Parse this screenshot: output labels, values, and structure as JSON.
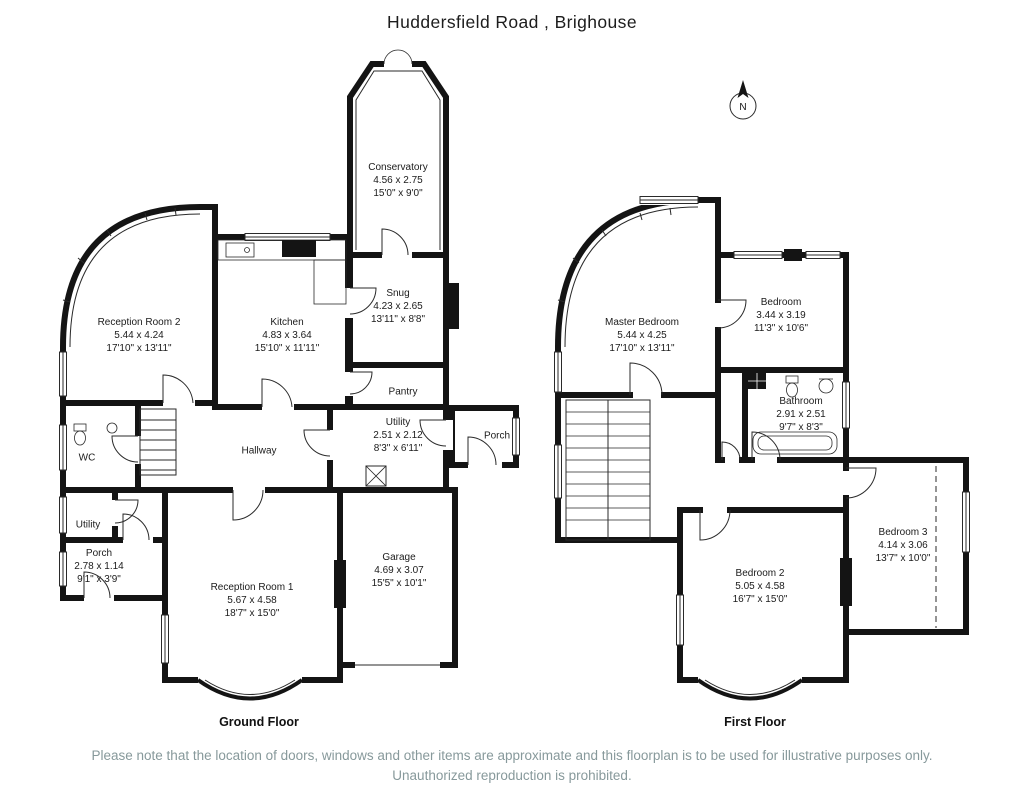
{
  "title": "Huddersfield Road , Brighouse",
  "compass": {
    "label": "N"
  },
  "floors": {
    "ground": {
      "label": "Ground Floor",
      "rooms": {
        "conservatory": {
          "name": "Conservatory",
          "metric": "4.56 x 2.75",
          "imperial": "15'0\" x 9'0\""
        },
        "reception2": {
          "name": "Reception Room 2",
          "metric": "5.44 x 4.24",
          "imperial": "17'10\" x 13'11\""
        },
        "kitchen": {
          "name": "Kitchen",
          "metric": "4.83 x 3.64",
          "imperial": "15'10\" x 11'11\""
        },
        "snug": {
          "name": "Snug",
          "metric": "4.23 x 2.65",
          "imperial": "13'11\" x 8'8\""
        },
        "pantry": {
          "name": "Pantry"
        },
        "wc": {
          "name": "WC"
        },
        "hallway": {
          "name": "Hallway"
        },
        "utility_right": {
          "name": "Utility",
          "metric": "2.51 x 2.12",
          "imperial": "8'3\" x 6'11\""
        },
        "porch_right": {
          "name": "Porch"
        },
        "utility_left": {
          "name": "Utility"
        },
        "porch_left": {
          "name": "Porch",
          "metric": "2.78 x 1.14",
          "imperial": "9'1\" x 3'9\""
        },
        "reception1": {
          "name": "Reception Room 1",
          "metric": "5.67 x 4.58",
          "imperial": "18'7\" x 15'0\""
        },
        "garage": {
          "name": "Garage",
          "metric": "4.69 x 3.07",
          "imperial": "15'5\" x 10'1\""
        }
      }
    },
    "first": {
      "label": "First Floor",
      "rooms": {
        "master": {
          "name": "Master Bedroom",
          "metric": "5.44 x 4.25",
          "imperial": "17'10\" x 13'11\""
        },
        "bedroom": {
          "name": "Bedroom",
          "metric": "3.44 x 3.19",
          "imperial": "11'3\" x 10'6\""
        },
        "bathroom": {
          "name": "Bathroom",
          "metric": "2.91 x 2.51",
          "imperial": "9'7\" x 8'3\""
        },
        "bedroom3": {
          "name": "Bedroom 3",
          "metric": "4.14 x 3.06",
          "imperial": "13'7\" x 10'0\""
        },
        "bedroom2": {
          "name": "Bedroom 2",
          "metric": "5.05 x 4.58",
          "imperial": "16'7\" x 15'0\""
        }
      }
    }
  },
  "footer": {
    "text": "Please note that the location of doors, windows and other items are approximate and this floorplan is to be used for illustrative purposes only. Unauthorized reproduction is prohibited."
  },
  "colors": {
    "wall": "#141414",
    "footer_text": "#87999b"
  }
}
